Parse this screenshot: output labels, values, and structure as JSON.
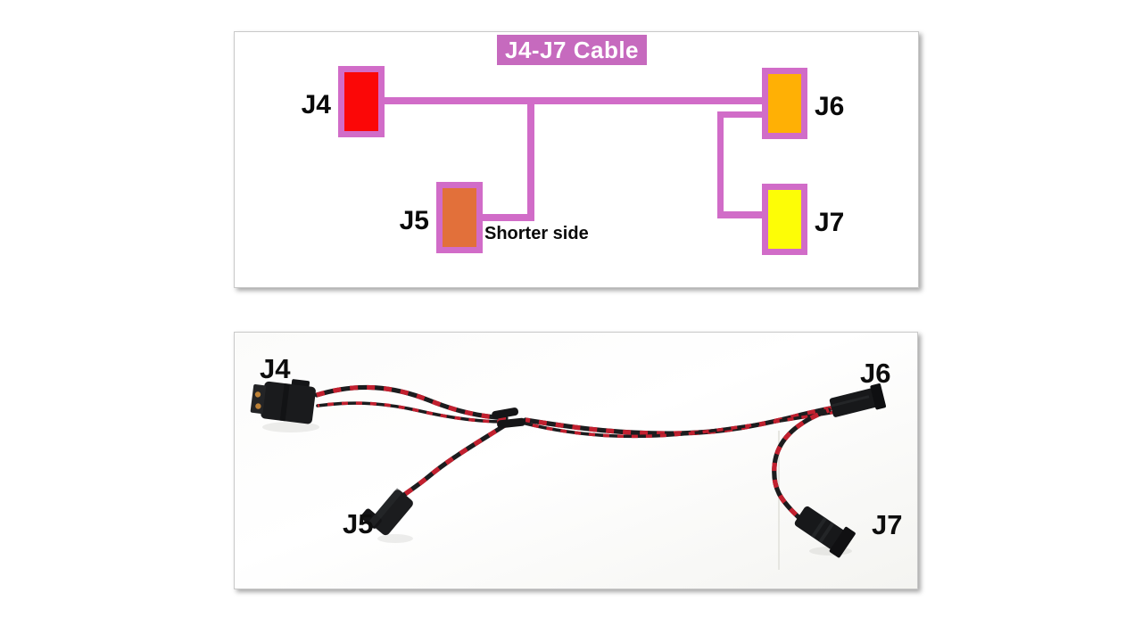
{
  "diagram": {
    "title": "J4-J7 Cable",
    "title_bg_color": "#c66abe",
    "accent_color": "#d16cc8",
    "annotation": "Shorter side",
    "connectors": [
      {
        "id": "J4",
        "label": "J4",
        "fill": "#fb0707"
      },
      {
        "id": "J6",
        "label": "J6",
        "fill": "#ffb005"
      },
      {
        "id": "J5",
        "label": "J5",
        "fill": "#e2703a"
      },
      {
        "id": "J7",
        "label": "J7",
        "fill": "#fdfd06"
      }
    ]
  },
  "photo": {
    "labels": {
      "j4": "J4",
      "j6": "J6",
      "j5": "J5",
      "j7": "J7"
    },
    "wire_red": "#c2202f",
    "wire_black": "#1c1c1e",
    "connector_color": "#17181a"
  }
}
